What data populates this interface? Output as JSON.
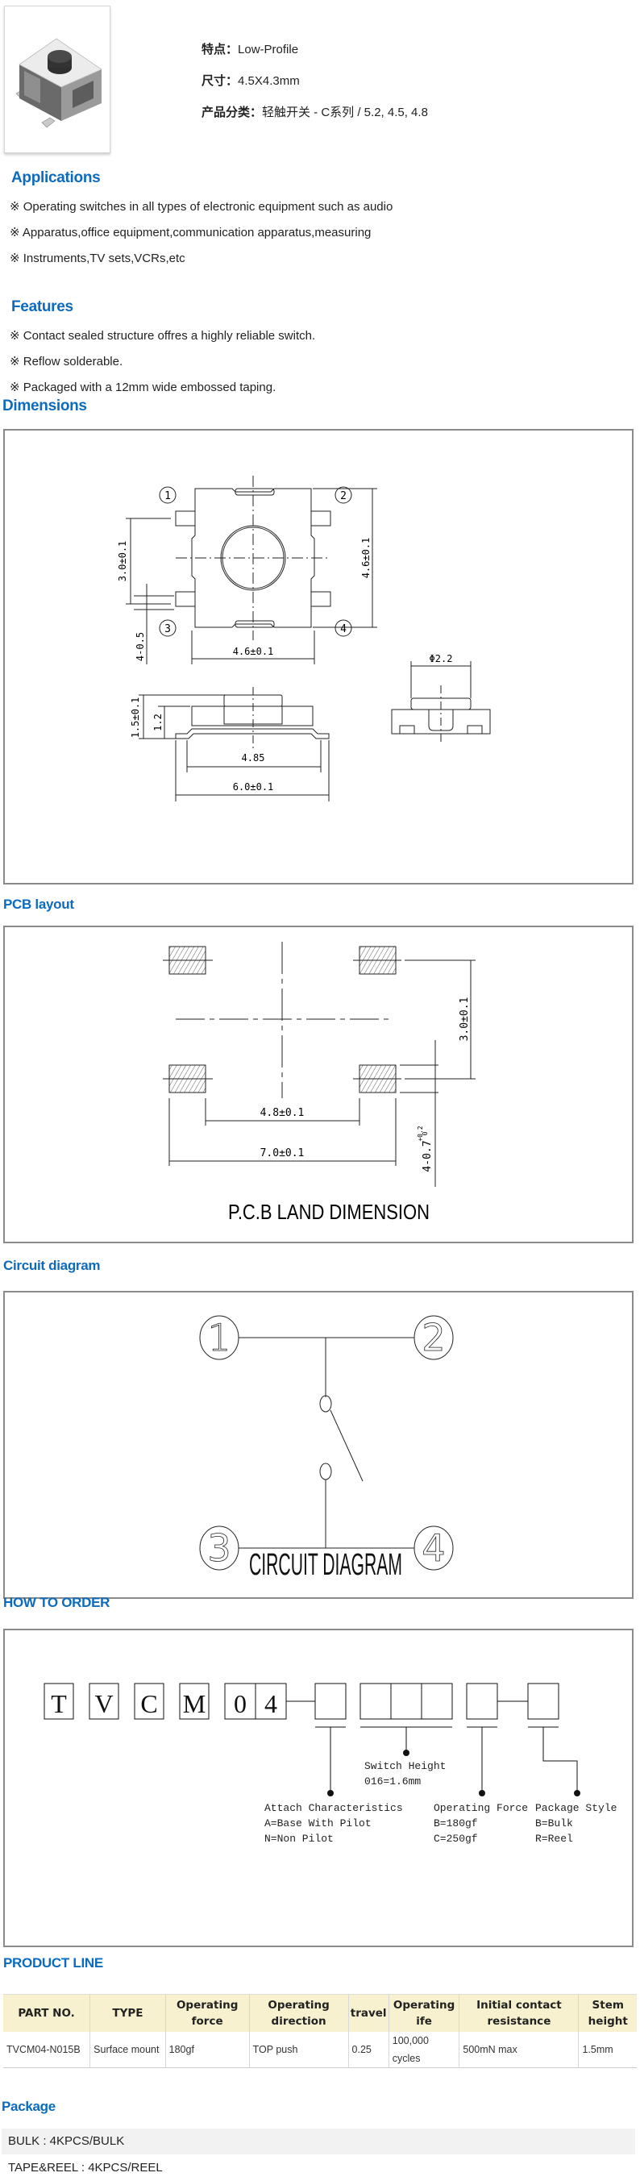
{
  "header": {
    "specs": [
      {
        "label": "特点：",
        "value": "Low-Profile"
      },
      {
        "label": "尺寸：",
        "value": "4.5X4.3mm"
      },
      {
        "label": "产品分类：",
        "value": "轻触开关 - C系列 / 5.2, 4.5, 4.8"
      }
    ]
  },
  "applications": {
    "title": "Applications",
    "items": [
      "※ Operating switches in all types of electronic equipment such as audio",
      "※ Apparatus,office equipment,communication apparatus,measuring",
      "※ Instruments,TV sets,VCRs,etc"
    ]
  },
  "features": {
    "title": "Features",
    "items": [
      "※ Contact sealed structure offres a highly reliable switch.",
      "※ Reflow solderable.",
      "※ Packaged with a 12mm wide embossed taping."
    ]
  },
  "dimensions": {
    "title": "Dimensions",
    "pins": [
      "1",
      "2",
      "3",
      "4"
    ],
    "labels": {
      "pitch_v": "3.0±0.1",
      "height_total": "4.6±0.1",
      "width_body": "4.6±0.1",
      "pin_width": "4-0.5",
      "side_height": "1.5±0.1",
      "body_height": "1.2",
      "inner_width": "4.85",
      "overall_width": "6.0±0.1",
      "stem_dia": "Φ2.2"
    }
  },
  "pcb": {
    "title": "PCB layout",
    "labels": {
      "pitch_v": "3.0±0.1",
      "inner": "4.8±0.1",
      "outer": "7.0±0.1",
      "pad": "4-0.7",
      "pad_tol_top": "+0.2",
      "pad_tol_bottom": "0"
    },
    "caption": "P.C.B LAND DIMENSION"
  },
  "circuit": {
    "title": "Circuit diagram",
    "pins": [
      "1",
      "2",
      "3",
      "4"
    ],
    "caption": "CIRCUIT DIAGRAM"
  },
  "order": {
    "title": "HOW TO ORDER",
    "code_chars": [
      "T",
      "V",
      "C",
      "M",
      "0",
      "4"
    ],
    "groups": [
      {
        "title": "Switch Height",
        "lines": [
          "016=1.6mm"
        ]
      },
      {
        "title": "Attach Characteristics",
        "lines": [
          "A=Base With Pilot",
          "N=Non Pilot"
        ]
      },
      {
        "title": "Operating Force",
        "lines": [
          "B=180gf",
          "C=250gf"
        ]
      },
      {
        "title": "Package Style",
        "lines": [
          "B=Bulk",
          "R=Reel"
        ]
      }
    ]
  },
  "product_line": {
    "title": "PRODUCT LINE",
    "columns": [
      "PART NO.",
      "TYPE",
      "Operating force",
      "Operating direction",
      "travel",
      "Operating ife",
      "Initial contact resistance",
      "Stem height"
    ],
    "rows": [
      [
        "TVCM04-N015B",
        "Surface mount",
        "180gf",
        "TOP push",
        "0.25",
        "100,000 cycles",
        "500mN max",
        "1.5mm"
      ]
    ]
  },
  "package": {
    "title": "Package",
    "items": [
      "BULK : 4KPCS/BULK",
      "TAPE&REEL : 4KPCS/REEL"
    ]
  }
}
